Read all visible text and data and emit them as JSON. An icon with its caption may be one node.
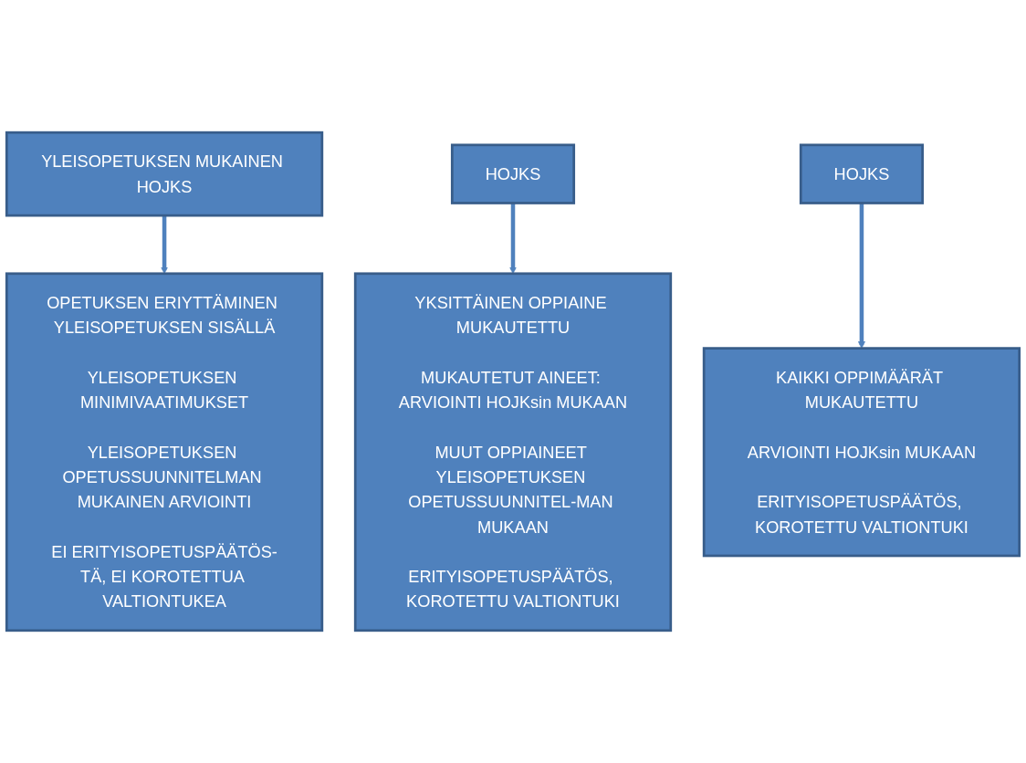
{
  "diagram": {
    "nodes": [
      {
        "text": [
          "YLEISOPETUKSEN MUKAINEN HOJKS"
        ]
      },
      {
        "text": [
          "HOJKS"
        ]
      },
      {
        "text": [
          "HOJKS"
        ]
      },
      {
        "text": [
          "OPETUKSEN ERIYTTÄMINEN YLEISOPETUKSEN SISÄLLÄ",
          "YLEISOPETUKSEN MINIMIVAATIMUKSET",
          "YLEISOPETUKSEN OPETUSSUUNNITELMAN MUKAINEN ARVIOINTI",
          "EI ERITYISOPETUSPÄÄTÖS-TÄ, EI KOROTETTUA VALTIONTUKEA"
        ]
      },
      {
        "text": [
          "YKSITTÄINEN OPPIAINE MUKAUTETTU",
          "MUKAUTETUT AINEET: ARVIOINTI HOJKsin MUKAAN",
          "MUUT OPPIAINEET YLEISOPETUKSEN OPETUSSUUNNITEL-MAN MUKAAN",
          "ERITYISOPETUSPÄÄTÖS, KOROTETTU VALTIONTUKI"
        ]
      },
      {
        "text": [
          "KAIKKI OPPIMÄÄRÄT MUKAUTETTU",
          "ARVIOINTI HOJKsin MUKAAN",
          "ERITYISOPETUSPÄÄTÖS, KOROTETTU VALTIONTUKI"
        ]
      }
    ],
    "edges": [
      {
        "from": 0,
        "to": 3,
        "arrow": "to"
      },
      {
        "from": 1,
        "to": 4,
        "arrow": "to"
      },
      {
        "from": 2,
        "to": 5,
        "arrow": "to"
      }
    ]
  }
}
